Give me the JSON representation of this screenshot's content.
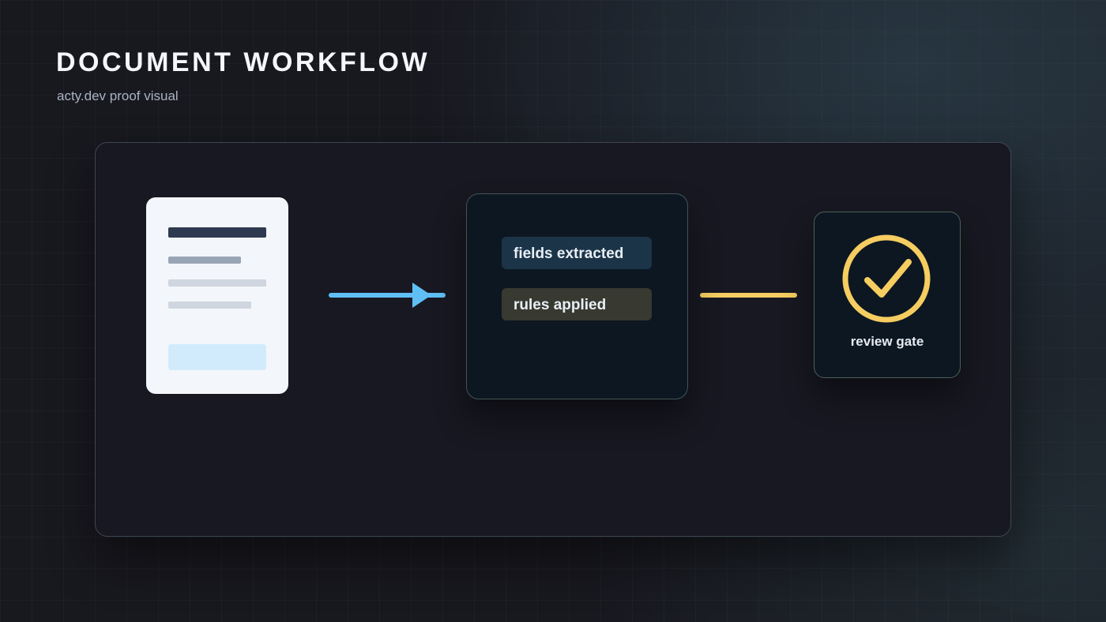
{
  "header": {
    "title": "DOCUMENT WORKFLOW",
    "subtitle": "acty.dev proof visual"
  },
  "pipeline": {
    "processing": {
      "chips": [
        "fields extracted",
        "rules applied"
      ]
    },
    "review": {
      "label": "review gate"
    }
  },
  "colors": {
    "arrow_blue": "#5fbff5",
    "gate_yellow": "#f5cd60",
    "background": "#18181f",
    "panel": "#181822",
    "card": "#0d1722"
  }
}
